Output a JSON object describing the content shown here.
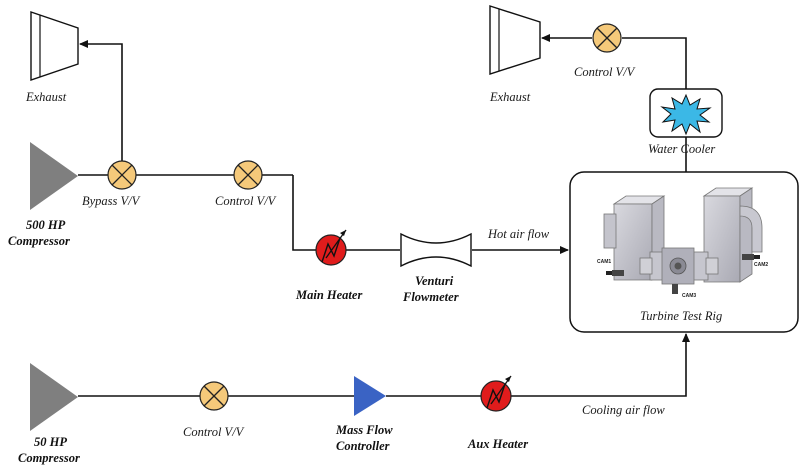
{
  "labels": {
    "exhaust_left": "Exhaust",
    "exhaust_right": "Exhaust",
    "compressor_500_line1": "500 HP",
    "compressor_500_line2": "Compressor",
    "bypass_valve": "Bypass V/V",
    "control_valve_top": "Control V/V",
    "control_valve_right": "Control V/V",
    "control_valve_bottom": "Control V/V",
    "main_heater": "Main Heater",
    "venturi_line1": "Venturi",
    "venturi_line2": "Flowmeter",
    "hot_air_flow": "Hot air flow",
    "water_cooler": "Water Cooler",
    "turbine_test_rig": "Turbine Test Rig",
    "compressor_50_line1": "50 HP",
    "compressor_50_line2": "Compressor",
    "mass_flow_line1": "Mass Flow",
    "mass_flow_line2": "Controller",
    "aux_heater": "Aux Heater",
    "cooling_air_flow": "Cooling air flow",
    "cam1": "CAM1",
    "cam2": "CAM2",
    "cam3": "CAM3"
  },
  "colors": {
    "valve_fill": "#f5c97a",
    "heater_fill": "#e01c1c",
    "compressor_fill": "#7f7f7f",
    "mass_flow_fill": "#3a63c4",
    "water_cooler_burst": "#3bb8e6",
    "pipe": "#111111"
  }
}
